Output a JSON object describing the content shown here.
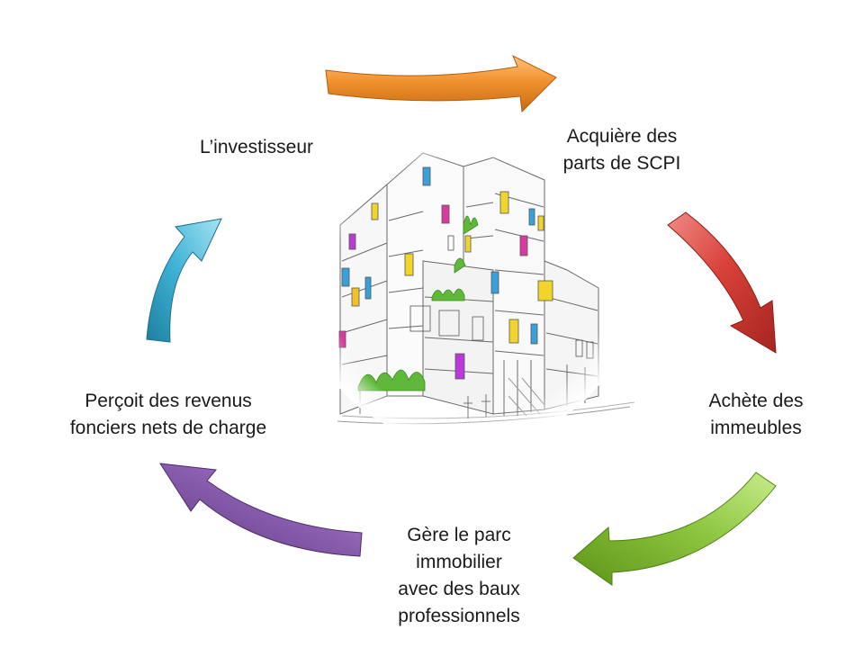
{
  "diagram": {
    "steps": [
      {
        "id": "investisseur",
        "lines": [
          "L’investisseur"
        ]
      },
      {
        "id": "acquiere",
        "lines": [
          "Acquière des",
          "parts de SCPI"
        ]
      },
      {
        "id": "achete",
        "lines": [
          "Achète des",
          "immeubles"
        ]
      },
      {
        "id": "gere",
        "lines": [
          "Gère le parc",
          "immobilier",
          "avec des baux",
          "professionnels"
        ]
      },
      {
        "id": "percoit",
        "lines": [
          "Perçoit des revenus",
          "fonciers nets de charge"
        ]
      }
    ],
    "arrows": [
      {
        "name": "arrow-orange",
        "color": "#f0932f",
        "shade": "#c96a12"
      },
      {
        "name": "arrow-red",
        "color": "#d9413a",
        "shade": "#a52520"
      },
      {
        "name": "arrow-green",
        "color": "#8cc63f",
        "shade": "#5e9418"
      },
      {
        "name": "arrow-purple",
        "color": "#8c5fb0",
        "shade": "#5e3a80"
      },
      {
        "name": "arrow-blue",
        "color": "#3fb3d6",
        "shade": "#1f7fa0"
      }
    ],
    "window_colors": [
      "#f2d52a",
      "#d93aa0",
      "#3aa0d9",
      "#f2c12a",
      "#b93ad9"
    ],
    "plant_color": "#5fb83a"
  }
}
